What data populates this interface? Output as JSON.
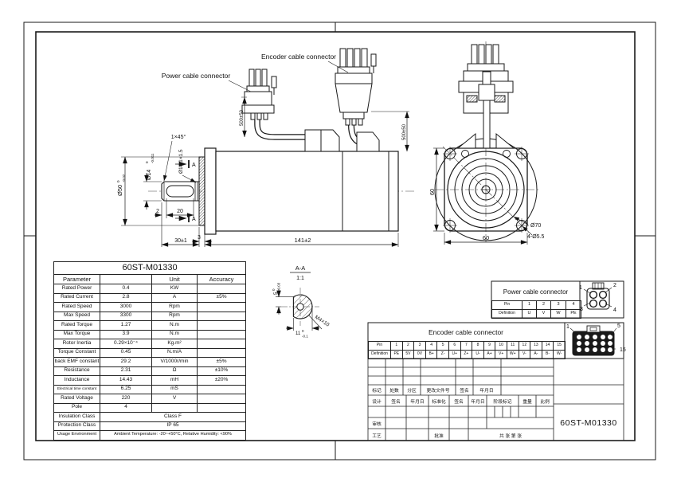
{
  "colors": {
    "ink": "#1a1a1a",
    "paper": "#ffffff"
  },
  "side_view": {
    "power_label": "Power cable connector",
    "encoder_label": "Encoder cable connector",
    "dim_cable_power": "500±50",
    "dim_cable_encoder": "500±50",
    "dim_shaft_dia": "Ø14",
    "dim_shaft_tol_hi": "0",
    "dim_shaft_tol_lo": "-0.011",
    "dim_groove": "Ø14.1×1.5",
    "dim_chamfer": "1×45°",
    "dim_spigot": "Ø50",
    "dim_spigot_tol_hi": "0",
    "dim_spigot_tol_lo": "-0.02",
    "dim_tip": "2",
    "dim_key_len": "20",
    "dim_spigot_depth": "3",
    "dim_shaft_len": "30±1",
    "dim_body_len": "141±2",
    "section_mark": "A"
  },
  "front_view": {
    "dim_height": "60",
    "dim_width": "60",
    "dim_bolt_circle": "Ø70",
    "dim_holes": "4-Ø5.5"
  },
  "section_view": {
    "title": "A-A",
    "scale": "1:1",
    "dim_key": "5",
    "dim_key_tol_hi": "0",
    "dim_key_tol_lo": "-0.03",
    "dim_flat": "11",
    "dim_flat_tol_hi": "0",
    "dim_flat_tol_lo": "-0.1",
    "dim_tap": "M4×10"
  },
  "param_table": {
    "title": "60ST-M01330",
    "all_rows": [
      [
        {
          "t": "Parameter",
          "cls": "hdr"
        },
        {
          "t": "",
          "cls": "hdr"
        },
        {
          "t": "Unit",
          "cls": "hdr"
        },
        {
          "t": "Accuracy",
          "cls": "hdr"
        }
      ],
      [
        "Rated Power",
        "0.4",
        "KW",
        ""
      ],
      [
        "Rated Current",
        "2.8",
        "A",
        "±5%"
      ],
      [
        "Rated Speed",
        "3000",
        "Rpm",
        ""
      ],
      [
        "Max Speed",
        "3300",
        "Rpm",
        ""
      ],
      [
        "Rated Torque",
        "1.27",
        "N.m",
        ""
      ],
      [
        "Max Torque",
        "3.9",
        "N.m",
        ""
      ],
      [
        "Rotor Inertia",
        "0.29×10⁻⁴",
        "Kg.m²",
        ""
      ],
      [
        "Torque Constant",
        "0.45",
        "N.m/A",
        ""
      ],
      [
        "back EMF constant",
        "29.2",
        "V/1000r/min",
        "±5%"
      ],
      [
        "Resistance",
        "2.31",
        "Ω",
        "±10%"
      ],
      [
        "Inductance",
        "14.43",
        "mH",
        "±20%"
      ],
      [
        {
          "t": "Electrical time constant",
          "cls": "xs"
        },
        "6.25",
        "mS",
        ""
      ],
      [
        "Rated Voltage",
        "220",
        "V",
        ""
      ],
      [
        "Pole",
        "4",
        "",
        ""
      ],
      [
        "Insulation Class",
        {
          "t": "Class F",
          "s": 3
        }
      ],
      [
        "Protection Class",
        {
          "t": "IP 65",
          "s": 3
        }
      ],
      [
        {
          "t": "Usage Environment",
          "cls": "sm"
        },
        {
          "t": "Ambient Temperature: -20~+50°C,  Relative Humidity: <90%",
          "s": 3,
          "cls": "sm"
        }
      ]
    ]
  },
  "power_conn": {
    "title": "Power cable connector",
    "rows": [
      [
        "Pin",
        "1",
        "2",
        "3",
        "4"
      ],
      [
        "Definition",
        "U",
        "V",
        "W",
        "PE"
      ]
    ],
    "icon": {
      "n1": "1",
      "n2": "2",
      "n3": "3",
      "n4": "4"
    }
  },
  "encoder_conn": {
    "title": "Encoder cable connector",
    "rows": [
      [
        "Pin",
        "1",
        "2",
        "3",
        "4",
        "5",
        "6",
        "7",
        "8",
        "9",
        "10",
        "11",
        "12",
        "13",
        "14",
        "15"
      ],
      [
        "Definition",
        "PE",
        "5V",
        "0V",
        "B+",
        "Z-",
        "U+",
        "Z+",
        "U-",
        "A+",
        "V+",
        "W+",
        "V-",
        "A-",
        "B-",
        "W-"
      ]
    ],
    "icon": {
      "n1": "1",
      "n5": "5",
      "n15": "15"
    }
  },
  "title_block": {
    "mark": "标记",
    "count": "处数",
    "zone": "分区",
    "change_doc_no": "更改文件号",
    "sign": "签名",
    "date": "年月日",
    "design": "设计",
    "sign2": "签名",
    "date2": "年月日",
    "standardization": "标准化",
    "sign3": "签名",
    "date3": "年月日",
    "stage_mark": "阶段标记",
    "weight": "重量",
    "scale": "比例",
    "check": "审核",
    "process": "工艺",
    "approve": "批准",
    "sheets": "共  张  第  张",
    "part_no": "60ST-M01330"
  }
}
